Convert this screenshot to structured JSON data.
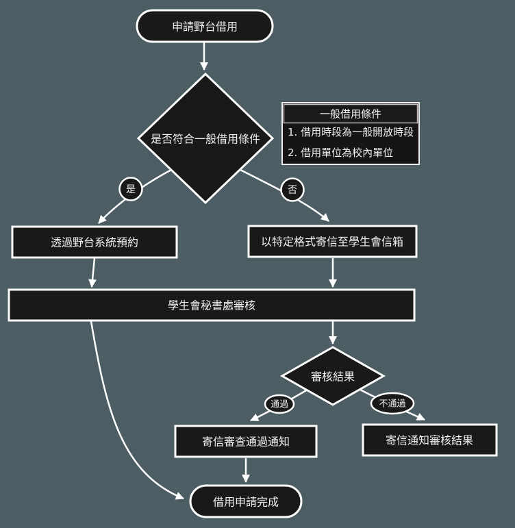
{
  "colors": {
    "background": "#4c5e63",
    "node_fill": "#191919",
    "node_border": "#ffffff",
    "edge": "#ffffff",
    "text": "#f0f0f0"
  },
  "flowchart": {
    "nodes": {
      "start": {
        "shape": "stadium",
        "label": "申請野台借用"
      },
      "condition": {
        "shape": "diamond",
        "label": "是否符合一般借用條件"
      },
      "reserve_system": {
        "shape": "rect",
        "label": "透過野台系統預約"
      },
      "email_request": {
        "shape": "rect",
        "label": "以特定格式寄信至學生會信箱"
      },
      "secretariat_review": {
        "shape": "rect",
        "label": "學生會秘書處審核"
      },
      "review_result": {
        "shape": "diamond",
        "label": "審核結果"
      },
      "approval_mail": {
        "shape": "rect",
        "label": "寄信審查通過通知"
      },
      "result_mail": {
        "shape": "rect",
        "label": "寄信通知審核結果"
      },
      "complete": {
        "shape": "stadium",
        "label": "借用申請完成"
      }
    },
    "edge_labels": {
      "yes": "是",
      "no": "否",
      "pass": "通過",
      "fail": "不通過"
    },
    "edges": [
      {
        "from": "start",
        "to": "condition",
        "label": ""
      },
      {
        "from": "condition",
        "to": "reserve_system",
        "label": "是"
      },
      {
        "from": "condition",
        "to": "email_request",
        "label": "否"
      },
      {
        "from": "reserve_system",
        "to": "secretariat_review",
        "label": ""
      },
      {
        "from": "email_request",
        "to": "secretariat_review",
        "label": ""
      },
      {
        "from": "secretariat_review",
        "to": "review_result",
        "label": ""
      },
      {
        "from": "secretariat_review",
        "to": "complete",
        "label": ""
      },
      {
        "from": "review_result",
        "to": "approval_mail",
        "label": "通過"
      },
      {
        "from": "review_result",
        "to": "result_mail",
        "label": "不通過"
      },
      {
        "from": "approval_mail",
        "to": "complete",
        "label": ""
      }
    ],
    "note": {
      "title": "一般借用條件",
      "items": [
        "1. 借用時段為一般開放時段",
        "2. 借用單位為校內單位"
      ]
    }
  }
}
